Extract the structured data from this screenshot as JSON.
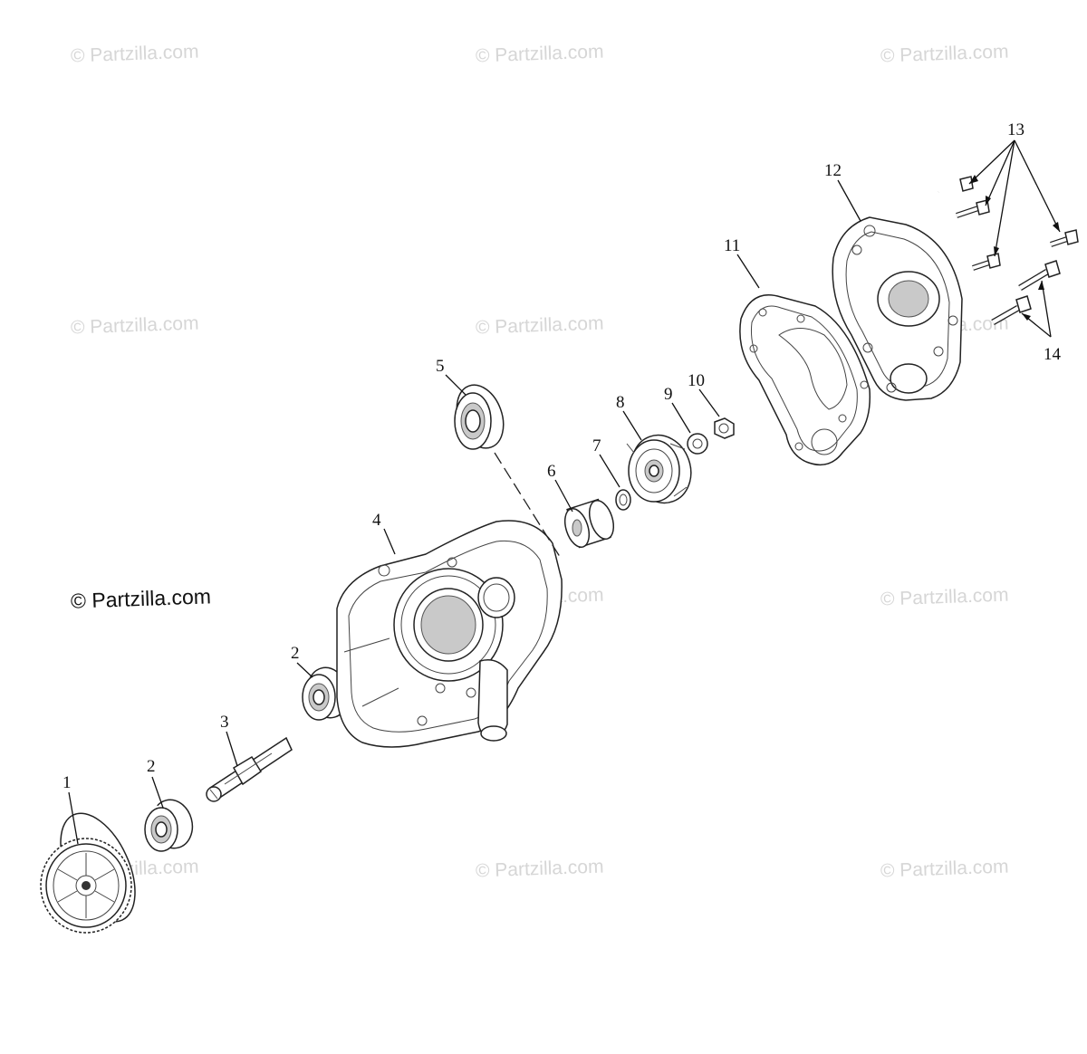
{
  "watermark": {
    "text": "© Partzilla.com",
    "prominent_text": "© Partzilla.com"
  },
  "callouts": {
    "c1": "1",
    "c2a": "2",
    "c2b": "2",
    "c3": "3",
    "c4": "4",
    "c5": "5",
    "c6": "6",
    "c7": "7",
    "c8": "8",
    "c9": "9",
    "c10": "10",
    "c11": "11",
    "c12": "12",
    "c13": "13",
    "c14": "14"
  }
}
